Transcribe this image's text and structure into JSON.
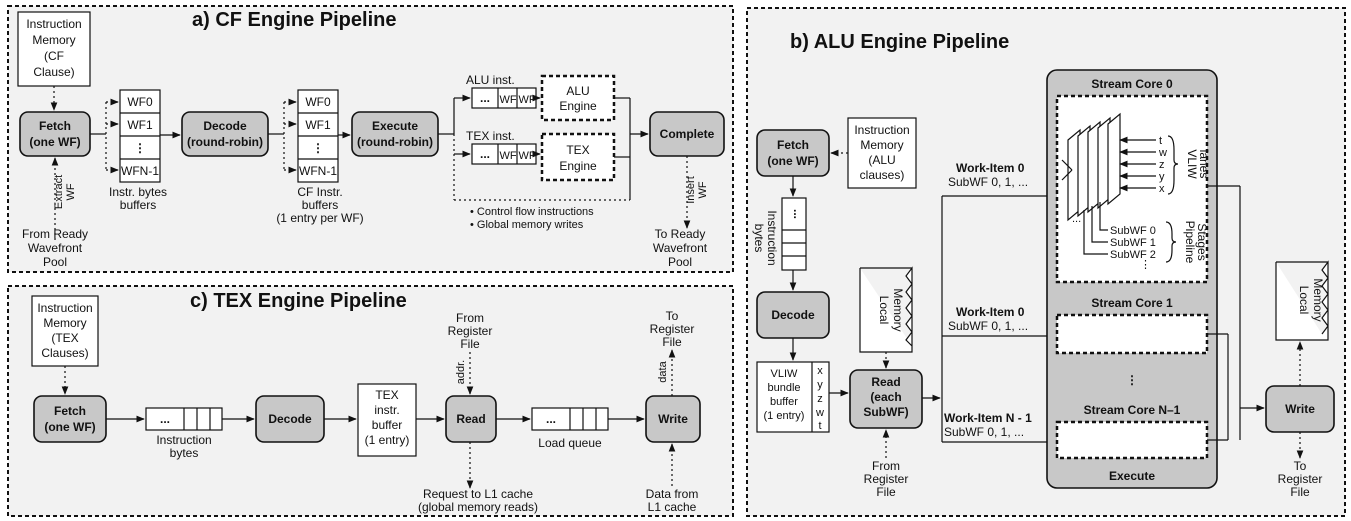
{
  "cf": {
    "title": "a) CF Engine Pipeline",
    "instr_mem": [
      "Instruction",
      "Memory",
      "(CF",
      "Clause)"
    ],
    "fetch": [
      "Fetch",
      "(one WF)"
    ],
    "extract": [
      "Extract",
      "WF"
    ],
    "from_ready": [
      "From Ready",
      "Wavefront",
      "Pool"
    ],
    "wf_entries": [
      "WF0",
      "WF1",
      "⋮",
      "WFN-1"
    ],
    "instr_bytes_buffers": [
      "Instr. bytes",
      "buffers"
    ],
    "decode": [
      "Decode",
      "(round-robin)"
    ],
    "cf_buffers": [
      "CF Instr.",
      "buffers",
      "(1 entry per WF)"
    ],
    "execute": [
      "Execute",
      "(round-robin)"
    ],
    "alu_inst": "ALU inst.",
    "tex_inst": "TEX inst.",
    "queue_dots": "...",
    "queue_wf": "WF",
    "alu_engine": [
      "ALU",
      "Engine"
    ],
    "tex_engine": [
      "TEX",
      "Engine"
    ],
    "notes": [
      "• Control flow instructions",
      "• Global memory writes"
    ],
    "complete": "Complete",
    "insert": [
      "Insert",
      "WF"
    ],
    "to_ready": [
      "To Ready",
      "Wavefront",
      "Pool"
    ]
  },
  "alu": {
    "title": "b) ALU Engine Pipeline",
    "fetch": [
      "Fetch",
      "(one WF)"
    ],
    "instr_mem": [
      "Instruction",
      "Memory",
      "(ALU",
      "clauses)"
    ],
    "instruction_bytes": [
      "Instruction",
      "bytes"
    ],
    "decode": "Decode",
    "vliw_buffer": [
      "VLIW",
      "bundle",
      "buffer",
      "(1 entry)"
    ],
    "vliw_slots": [
      "x",
      "y",
      "z",
      "w",
      "t"
    ],
    "local_memory_read": [
      "Local",
      "Memory"
    ],
    "read": [
      "Read",
      "(each",
      "SubWF)"
    ],
    "from_register_file": [
      "From",
      "Register",
      "File"
    ],
    "work_items": [
      {
        "name": "Work-Item 0",
        "sub": "SubWF 0, 1, ..."
      },
      {
        "name": "Work-Item 0",
        "sub": "SubWF 0, 1, ..."
      },
      {
        "name": "Work-Item N - 1",
        "sub": "SubWF 0, 1, ..."
      }
    ],
    "stream_cores": [
      "Stream Core 0",
      "Stream Core 1",
      "Stream Core N–1"
    ],
    "core_ellipsis": "⋮",
    "lane_letters": [
      "t",
      "w",
      "z",
      "y",
      "x"
    ],
    "vliw_lanes": [
      "VLIW",
      "lanes"
    ],
    "subwfs": [
      "SubWF 0",
      "SubWF 1",
      "SubWF 2"
    ],
    "pipeline_stages": [
      "Pipeline",
      "Stages"
    ],
    "execute": "Execute",
    "local_memory_write": [
      "Local",
      "Memory"
    ],
    "write": "Write",
    "to_register_file": [
      "To",
      "Register",
      "File"
    ]
  },
  "tex": {
    "title": "c) TEX Engine Pipeline",
    "instr_mem": [
      "Instruction",
      "Memory",
      "(TEX",
      "Clauses)"
    ],
    "fetch": [
      "Fetch",
      "(one WF)"
    ],
    "queue_dots": "...",
    "instruction_bytes": [
      "Instruction",
      "bytes"
    ],
    "decode": "Decode",
    "tex_buffer": [
      "TEX",
      "instr.",
      "buffer",
      "(1 entry)"
    ],
    "from_register_file": [
      "From",
      "Register",
      "File"
    ],
    "addr": "addr.",
    "read": "Read",
    "request": [
      "Request to L1 cache",
      "(global memory reads)"
    ],
    "load_queue": "Load queue",
    "write": "Write",
    "data": "data",
    "to_register_file": [
      "To",
      "Register",
      "File"
    ],
    "data_from": [
      "Data from",
      "L1 cache"
    ]
  }
}
